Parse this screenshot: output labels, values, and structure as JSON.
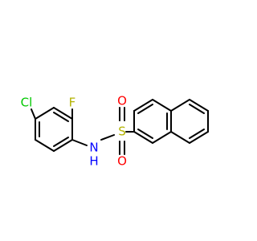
{
  "molecule": {
    "atoms": {
      "cl": {
        "symbol": "Cl",
        "color": "#00c800"
      },
      "f": {
        "symbol": "F",
        "color": "#b3b300"
      },
      "n": {
        "symbol": "N",
        "color": "#0000ff"
      },
      "h": {
        "symbol": "H",
        "color": "#0000ff"
      },
      "s": {
        "symbol": "S",
        "color": "#b3b300"
      },
      "o1": {
        "symbol": "O",
        "color": "#ff0000"
      },
      "o2": {
        "symbol": "O",
        "color": "#ff0000"
      }
    },
    "bond_color": "#000000",
    "background": "#ffffff"
  }
}
